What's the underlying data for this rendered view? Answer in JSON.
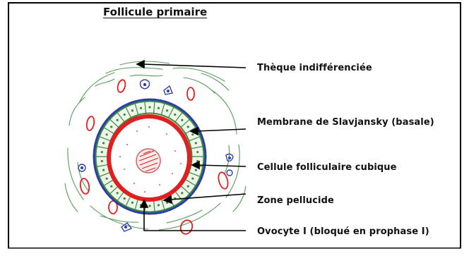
{
  "title": "Follicule primaire",
  "labels": [
    "Thèque indifférenciée",
    "Membrane de Slavjansky (basale)",
    "Cellule folliculaire cubique",
    "Zone pellucide",
    "Ovocyte I (bloqué en prophase I)"
  ],
  "colors": {
    "red": "#e02020",
    "green": "#3a8a3a",
    "blue": "#2d3ea8",
    "ink": "#000000"
  }
}
